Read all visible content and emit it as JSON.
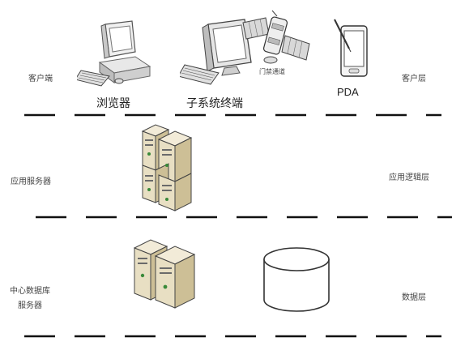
{
  "tiers": {
    "client": {
      "left_label": "客户端",
      "right_label": "客户层"
    },
    "app": {
      "left_label": "应用服务器",
      "right_label": "应用逻辑层"
    },
    "data": {
      "left_label_line1": "中心数据库",
      "left_label_line2": "服务器",
      "right_label": "数据层"
    }
  },
  "devices": {
    "browser": "浏览器",
    "subsystem": "子系统终端",
    "access": "门禁通道",
    "pda": "PDA"
  },
  "icons": [
    "desktop-computer-icon",
    "monitor-keyboard-icon",
    "satellite-icon",
    "pda-icon",
    "server-stack-icon",
    "database-cylinder-icon"
  ]
}
